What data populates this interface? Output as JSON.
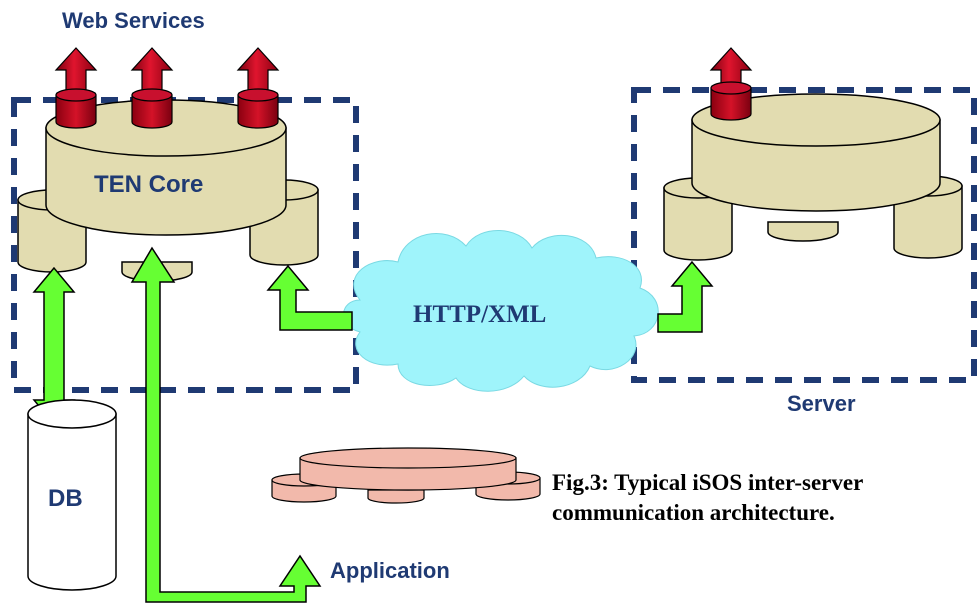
{
  "labels": {
    "web_services": "Web Services",
    "ten_core": "TEN Core",
    "http_xml": "HTTP/XML",
    "server": "Server",
    "db": "DB",
    "application": "Application"
  },
  "caption": {
    "line1": "Fig.3: Typical iSOS inter-server",
    "line2": "communication architecture."
  },
  "colors": {
    "core_fill": "#e2dcb0",
    "app_fill": "#f2b9ab",
    "service_arrow": "#c8102e",
    "link_arrow": "#66ff33",
    "cloud": "#9ff4fb",
    "text_blue": "#1f3a73"
  }
}
